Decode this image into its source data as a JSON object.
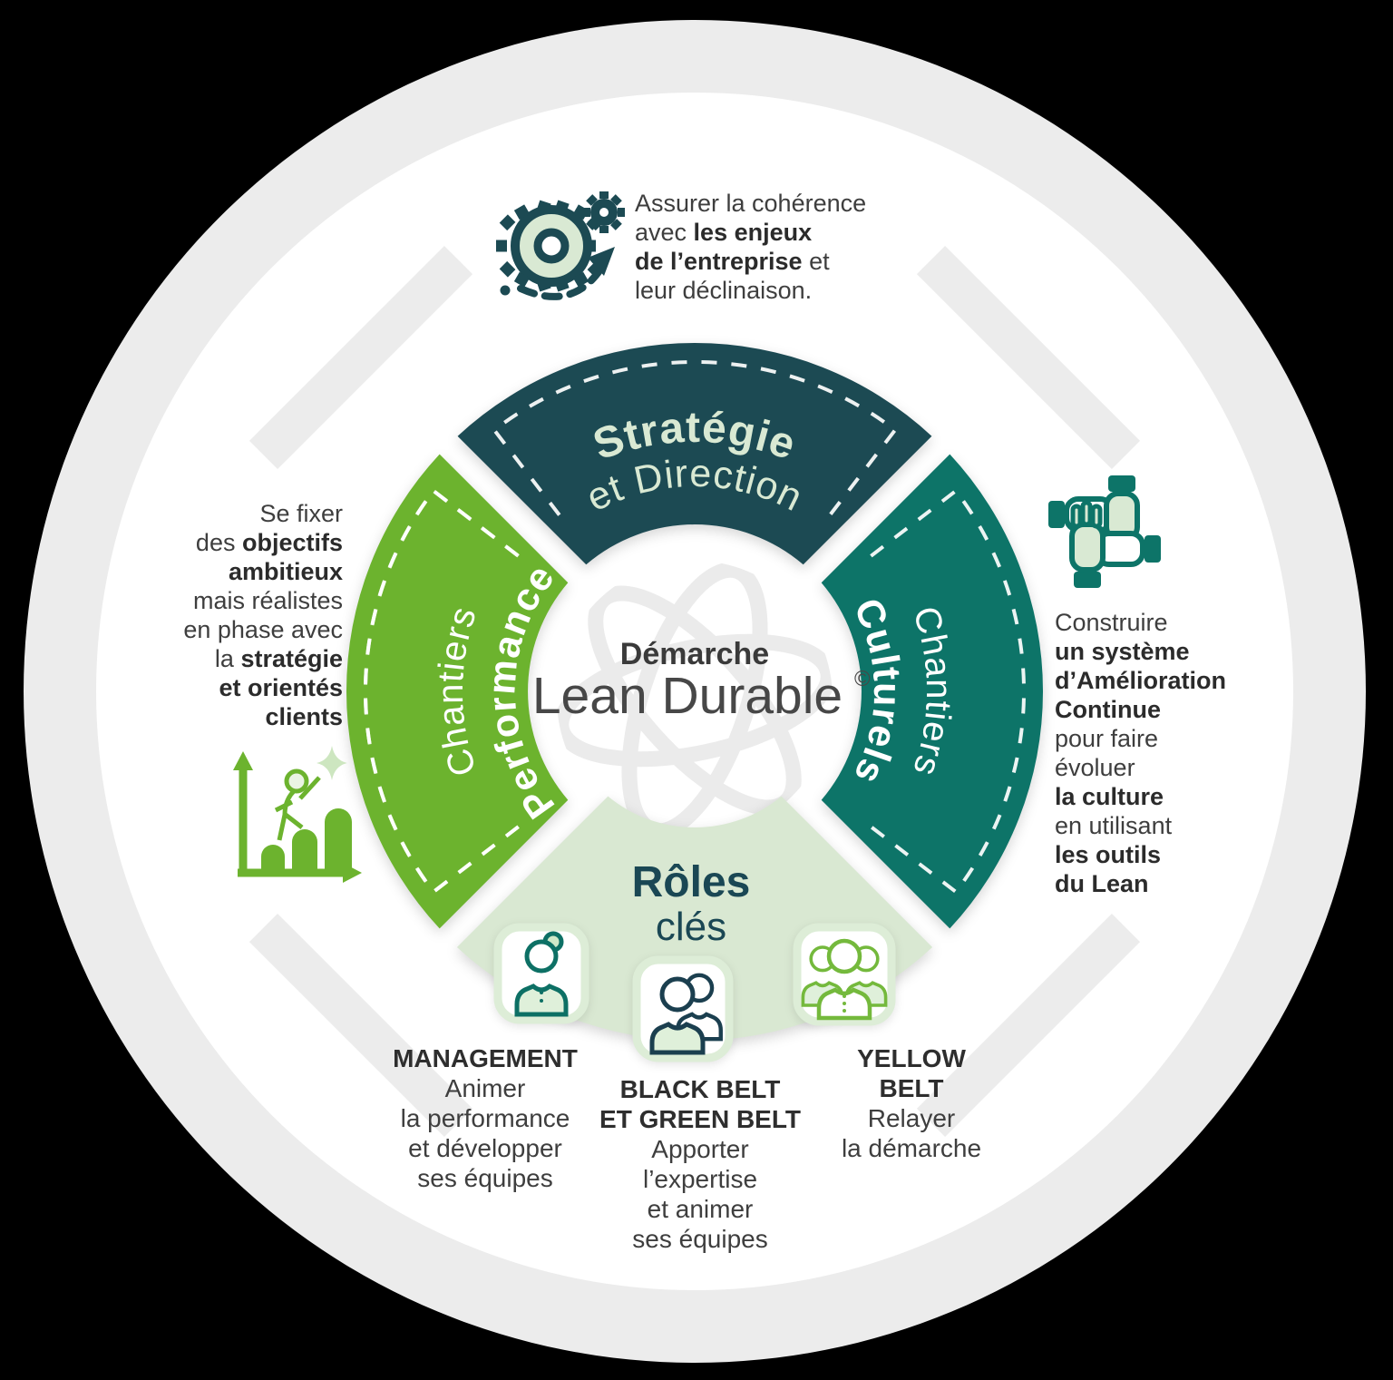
{
  "colors": {
    "background": "#000000",
    "ring_gray": "#ECECEC",
    "navy": "#1C4A53",
    "green": "#6CB32E",
    "teal": "#0D7468",
    "fan_light_green": "#D9E8D2",
    "pale_green": "#D9E9D3",
    "body_text": "#3E3E3E",
    "roles_title_teal": "#1A4754",
    "yellow_belt_green": "#74B93C"
  },
  "center": {
    "kicker": "Démarche",
    "title": "Lean Durable",
    "mark": "©"
  },
  "wheel": {
    "top": {
      "line1": "Stratégie",
      "line2": "et Direction"
    },
    "left": {
      "line1": "Chantiers",
      "line2": "Performance"
    },
    "right": {
      "line1": "Chantiers",
      "line2": "Culturels"
    },
    "bottom": {
      "line1": "Rôles",
      "line2": "clés"
    }
  },
  "annotations": {
    "strategy": {
      "lines": [
        [
          {
            "t": "Assurer la cohérence"
          }
        ],
        [
          {
            "t": "avec "
          },
          {
            "t": "les enjeux",
            "b": true
          }
        ],
        [
          {
            "t": "de l’entreprise",
            "b": true
          },
          {
            "t": " et"
          }
        ],
        [
          {
            "t": "leur déclinaison."
          }
        ]
      ]
    },
    "performance": {
      "lines": [
        [
          {
            "t": "Se fixer"
          }
        ],
        [
          {
            "t": "des "
          },
          {
            "t": "objectifs",
            "b": true
          }
        ],
        [
          {
            "t": "ambitieux",
            "b": true
          }
        ],
        [
          {
            "t": "mais réalistes"
          }
        ],
        [
          {
            "t": "en phase avec"
          }
        ],
        [
          {
            "t": "la "
          },
          {
            "t": "stratégie",
            "b": true
          }
        ],
        [
          {
            "t": "et orientés",
            "b": true
          }
        ],
        [
          {
            "t": "clients",
            "b": true
          }
        ]
      ]
    },
    "culture": {
      "lines": [
        [
          {
            "t": "Construire"
          }
        ],
        [
          {
            "t": "un système",
            "b": true
          }
        ],
        [
          {
            "t": "d’Amélioration",
            "b": true
          }
        ],
        [
          {
            "t": "Continue",
            "b": true
          }
        ],
        [
          {
            "t": "pour faire"
          }
        ],
        [
          {
            "t": "évoluer"
          }
        ],
        [
          {
            "t": "la culture",
            "b": true
          }
        ],
        [
          {
            "t": "en utilisant"
          }
        ],
        [
          {
            "t": "les outils",
            "b": true
          }
        ],
        [
          {
            "t": "du Lean",
            "b": true
          }
        ]
      ]
    }
  },
  "roles": [
    {
      "name": "management",
      "lines": [
        [
          {
            "t": "MANAGEMENT",
            "b": true
          }
        ],
        [
          {
            "t": "Animer"
          }
        ],
        [
          {
            "t": "la performance"
          }
        ],
        [
          {
            "t": "et développer"
          }
        ],
        [
          {
            "t": "ses équipes"
          }
        ]
      ]
    },
    {
      "name": "black-green-belt",
      "lines": [
        [
          {
            "t": "BLACK BELT",
            "b": true
          }
        ],
        [
          {
            "t": "ET GREEN BELT",
            "b": true
          }
        ],
        [
          {
            "t": "Apporter"
          }
        ],
        [
          {
            "t": "l’expertise"
          }
        ],
        [
          {
            "t": "et animer"
          }
        ],
        [
          {
            "t": "ses équipes"
          }
        ]
      ]
    },
    {
      "name": "yellow-belt",
      "lines": [
        [
          {
            "t": "YELLOW",
            "b": true
          }
        ],
        [
          {
            "t": "BELT",
            "b": true
          }
        ],
        [
          {
            "t": "Relayer"
          }
        ],
        [
          {
            "t": "la démarche"
          }
        ]
      ]
    }
  ],
  "icons": {
    "gears": "gears-arrow-icon",
    "growth": "growth-chart-icon",
    "hands": "teamwork-hands-icon",
    "manager": "manager-person-icon",
    "belts": "two-people-icon",
    "yellow": "three-people-icon"
  }
}
